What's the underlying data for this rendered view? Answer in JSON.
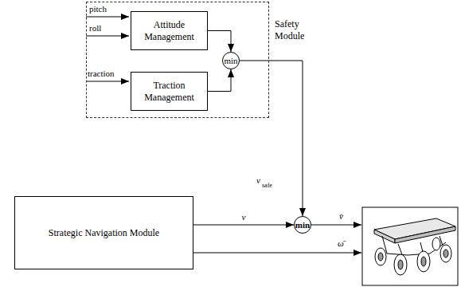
{
  "diagram": {
    "nodes": [
      {
        "text": [
          "Safety Module"
        ]
      },
      {
        "text": [
          "Attitude Management"
        ],
        "in": 0
      },
      {
        "text": [
          "Traction Management"
        ],
        "in": 0
      },
      {
        "text": [
          "min"
        ],
        "in": 0
      },
      {
        "text": [
          "Strategic Navigation Module"
        ]
      },
      {
        "text": [
          "min"
        ]
      }
    ],
    "edges": [
      {
        "from": 1,
        "to": 3,
        "arrow": "to"
      },
      {
        "from": 2,
        "to": 3,
        "arrow": "to"
      },
      {
        "from": 3,
        "to": 5,
        "arrow": "to"
      },
      {
        "from": 4,
        "to": 5,
        "label": "v",
        "arrow": "to"
      }
    ],
    "labels": [
      "pitch",
      "roll",
      "traction",
      "v",
      "safe",
      "v̄",
      "ω̄"
    ]
  }
}
